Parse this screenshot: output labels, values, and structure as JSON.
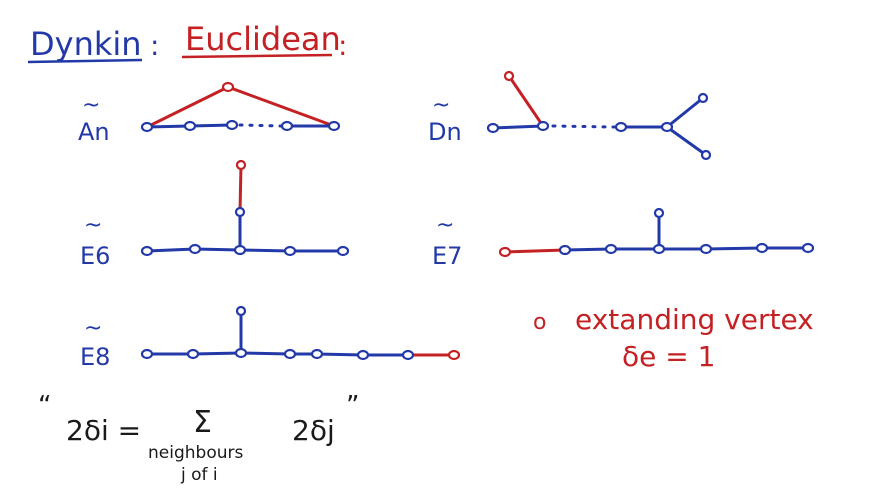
{
  "heading": {
    "dynkin": "Dynkin",
    "colon1": ":",
    "euclidean": "Euclidean",
    "colon2": ":"
  },
  "diagrams": [
    {
      "label": "An",
      "tilde": "~",
      "name": "A_n"
    },
    {
      "label": "Dn",
      "tilde": "~",
      "name": "D_n"
    },
    {
      "label": "E6",
      "tilde": "~",
      "name": "E_6"
    },
    {
      "label": "E7",
      "tilde": "~",
      "name": "E_7"
    },
    {
      "label": "E8",
      "tilde": "~",
      "name": "E_8"
    }
  ],
  "legend": {
    "marker": "o",
    "text": "extanding vertex",
    "formula": "δe = 1"
  },
  "equation": {
    "open_quote": "“",
    "lhs": "2δi =",
    "sum": "Σ",
    "under1": "neighbours",
    "under2": "j of i",
    "rhs": "2δj",
    "close_quote": "”"
  },
  "colors": {
    "blue": "#2339a8",
    "red": "#c42124"
  }
}
